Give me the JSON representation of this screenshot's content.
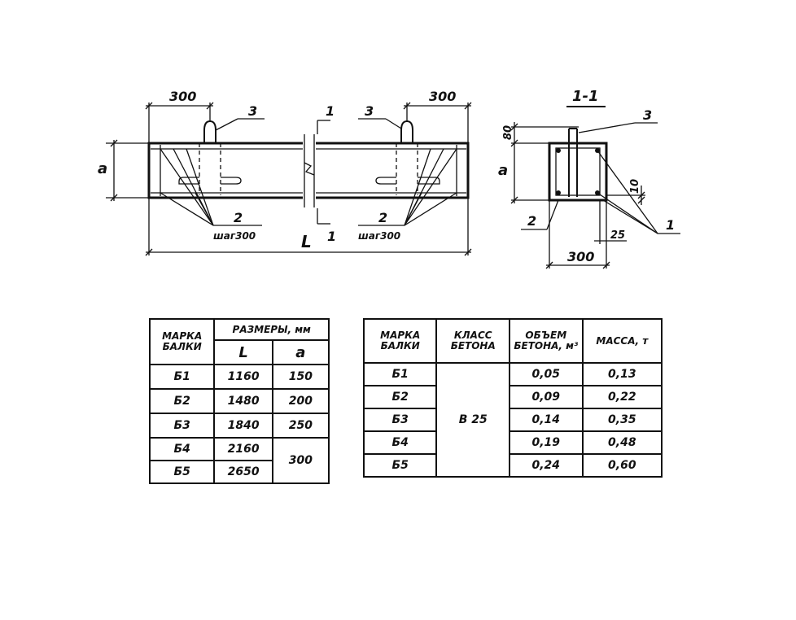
{
  "drawing": {
    "elevation": {
      "dim_left_300": "300",
      "dim_right_300": "300",
      "dim_a": "a",
      "dim_L": "L",
      "pos_3_left": "3",
      "pos_3_right": "3",
      "pos_2_left": "2",
      "pos_2_right": "2",
      "step_left": "шаг300",
      "step_right": "шаг300",
      "section_mark_top": "1",
      "section_mark_bottom": "1"
    },
    "section": {
      "title": "1-1",
      "dim_80": "80",
      "dim_a": "a",
      "dim_10": "10",
      "dim_25": "25",
      "dim_300": "300",
      "pos_3": "3",
      "pos_2": "2",
      "pos_1": "1"
    }
  },
  "table_dimensions": {
    "headers": {
      "mark": "МАРКА БАЛКИ",
      "sizes": "РАЗМЕРЫ, мм",
      "L": "L",
      "a": "a"
    },
    "rows": [
      {
        "mark": "Б1",
        "L": "1160",
        "a": "150"
      },
      {
        "mark": "Б2",
        "L": "1480",
        "a": "200"
      },
      {
        "mark": "Б3",
        "L": "1840",
        "a": "250"
      },
      {
        "mark": "Б4",
        "L": "2160",
        "a": "300"
      },
      {
        "mark": "Б5",
        "L": "2650",
        "a": ""
      }
    ]
  },
  "table_concrete": {
    "headers": {
      "mark": "МАРКА БАЛКИ",
      "class": "КЛАСС БЕТОНА",
      "volume": "ОБЪЕМ БЕТОНА, м³",
      "mass": "МАССА, т"
    },
    "concrete_class": "В 25",
    "rows": [
      {
        "mark": "Б1",
        "volume": "0,05",
        "mass": "0,13"
      },
      {
        "mark": "Б2",
        "volume": "0,09",
        "mass": "0,22"
      },
      {
        "mark": "Б3",
        "volume": "0,14",
        "mass": "0,35"
      },
      {
        "mark": "Б4",
        "volume": "0,19",
        "mass": "0,48"
      },
      {
        "mark": "Б5",
        "volume": "0,24",
        "mass": "0,60"
      }
    ]
  }
}
